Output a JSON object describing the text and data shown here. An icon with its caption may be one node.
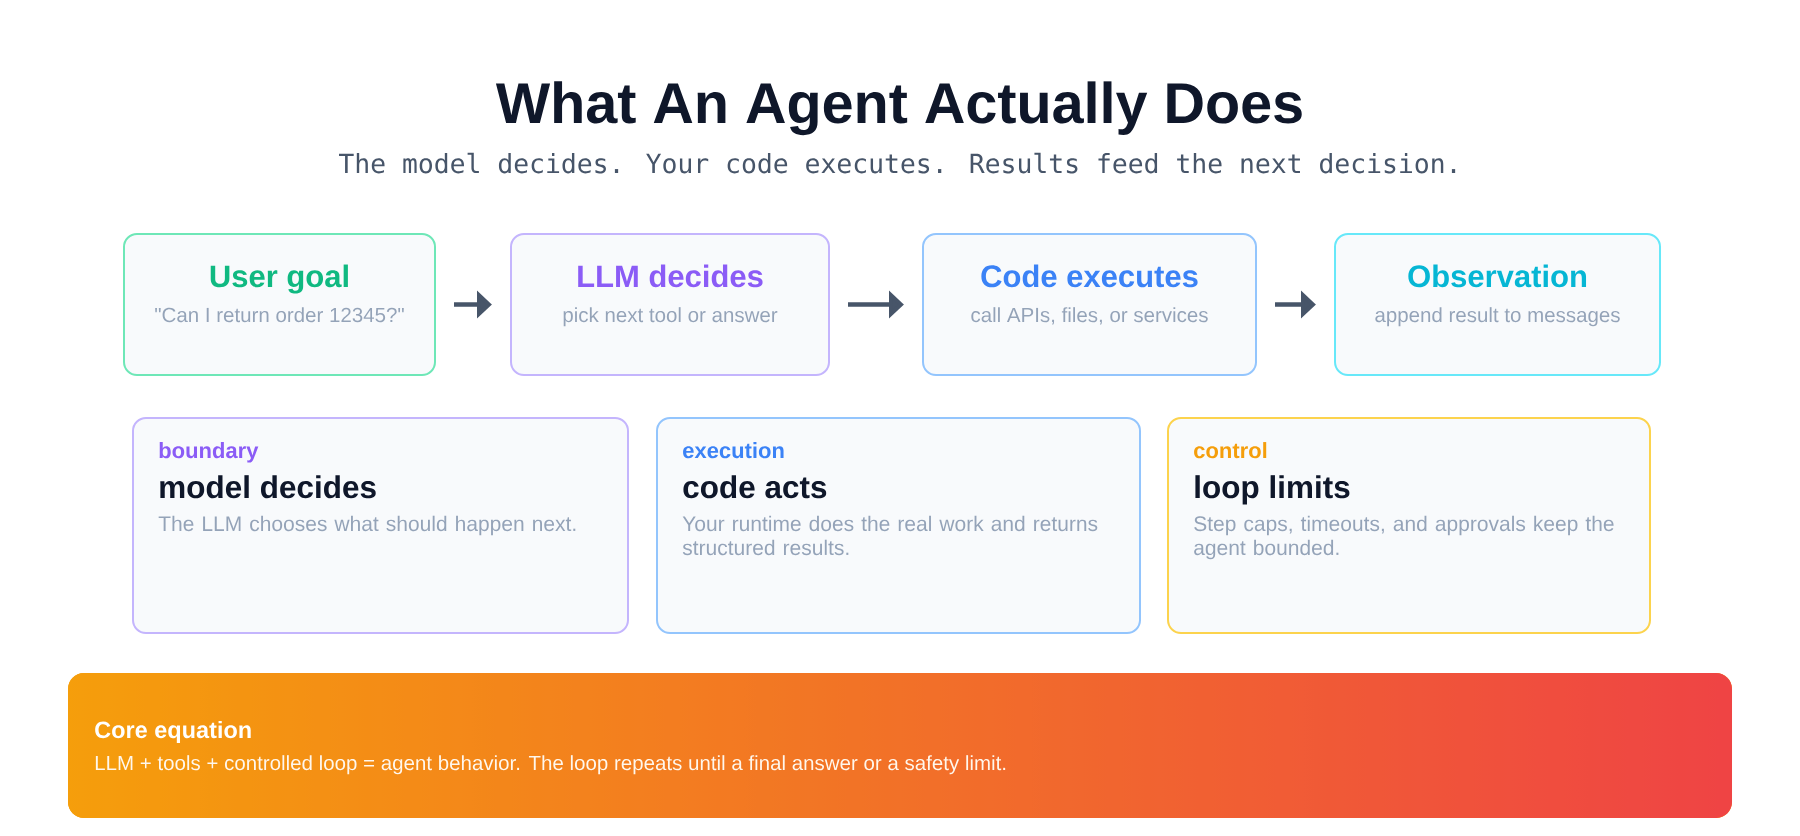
{
  "diagram": {
    "title": "What An Agent Actually Does",
    "nodes": [
      {
        "text": [
          "User goal",
          "\"Can I return order 12345?\""
        ]
      },
      {
        "text": [
          "LLM decides",
          "pick next tool or answer"
        ]
      },
      {
        "text": [
          "Code executes",
          "call APIs, files, or services"
        ]
      },
      {
        "text": [
          "Observation",
          "append result to messages"
        ]
      },
      {
        "text": [
          "boundary",
          "model decides",
          "The LLM chooses what should happen next."
        ]
      },
      {
        "text": [
          "execution",
          "code acts",
          "Your runtime does the real work and returns structured results."
        ]
      },
      {
        "text": [
          "control",
          "loop limits",
          "Step caps, timeouts, and approvals keep the agent bounded."
        ]
      },
      {
        "text": [
          "Core equation",
          "LLM + tools + controlled loop = agent behavior. The loop repeats until a final answer or a safety limit."
        ]
      }
    ],
    "edges": [
      {
        "from": 0,
        "to": 1,
        "arrow": "to"
      },
      {
        "from": 1,
        "to": 2,
        "arrow": "to"
      },
      {
        "from": 2,
        "to": 3,
        "arrow": "to"
      }
    ],
    "labels": [
      "The model decides. Your code executes. Results feed the next decision."
    ]
  }
}
